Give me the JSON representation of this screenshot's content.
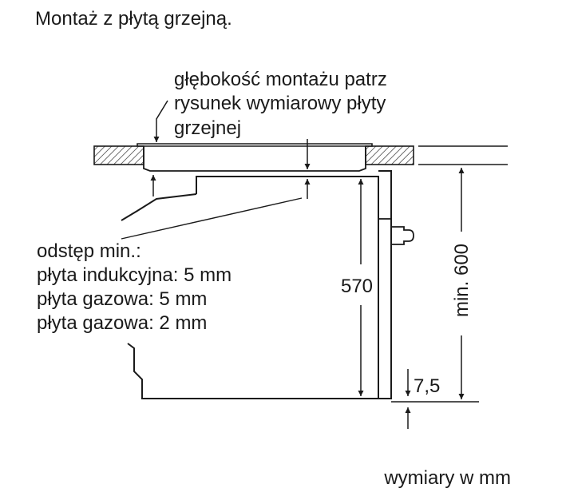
{
  "title": "Montaż z płytą grzejną.",
  "depth_note": {
    "lines": [
      "głębokość montażu patrz",
      "rysunek wymiarowy płyty",
      "grzejnej"
    ]
  },
  "clearance": {
    "lines": [
      "odstęp min.:",
      "płyta indukcyjna: 5 mm",
      "płyta gazowa: 5 mm",
      "płyta gazowa: 2 mm"
    ]
  },
  "dimensions": {
    "oven_height": "570",
    "niche_height": "min. 600",
    "offset": "7,5"
  },
  "units_note": "wymiary w mm",
  "colors": {
    "line": "#1a1a1a",
    "background": "#ffffff",
    "hatch": "#1a1a1a"
  }
}
